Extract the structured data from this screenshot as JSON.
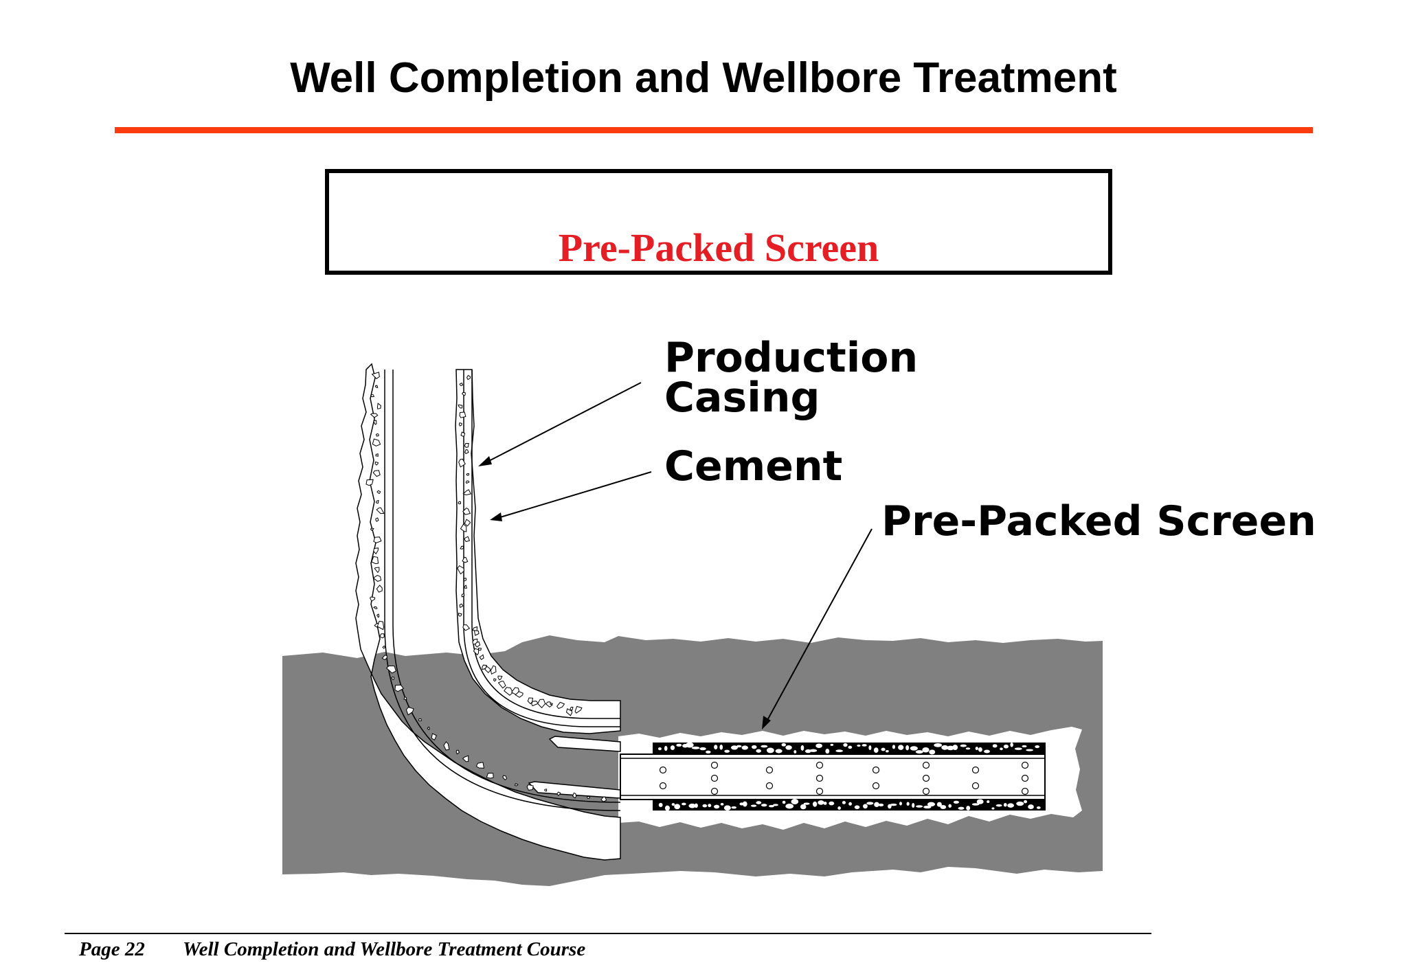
{
  "header": {
    "title": "Well Completion and Wellbore Treatment",
    "accent_color": "#ff3b10"
  },
  "heading_box": {
    "text": "Pre-Packed Screen",
    "text_color": "#e31e24"
  },
  "diagram": {
    "labels": {
      "production_casing": [
        "Production",
        "Casing"
      ],
      "cement": "Cement",
      "pre_packed_screen": "Pre-Packed Screen"
    },
    "formation_color": "#808080"
  },
  "footer": {
    "page": "Page 22",
    "course": "Well Completion and Wellbore Treatment Course"
  }
}
